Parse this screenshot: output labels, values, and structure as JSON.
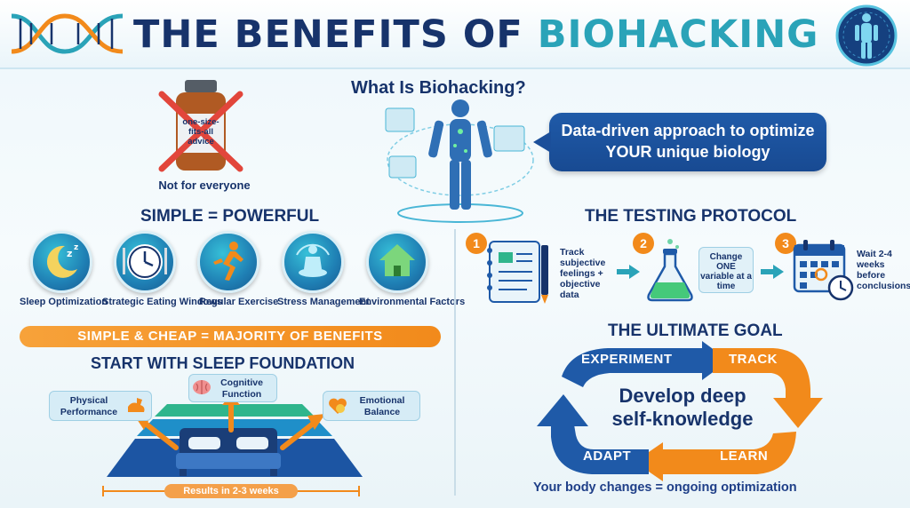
{
  "header": {
    "title_part1": "THE BENEFITS OF ",
    "title_part2": "BIOHACKING"
  },
  "intro": {
    "heading": "What Is Biohacking?",
    "bottle_text": "one-size-fits-all advice",
    "not_for_everyone": "Not for everyone",
    "bubble_text": "Data-driven approach to optimize YOUR unique biology"
  },
  "simple_powerful": {
    "heading": "SIMPLE = POWERFUL",
    "items": [
      {
        "label": "Sleep Optimization",
        "icon": "sleep-moon-icon"
      },
      {
        "label": "Strategic Eating Windows",
        "icon": "plate-clock-icon"
      },
      {
        "label": "Regular Exercise",
        "icon": "runner-icon"
      },
      {
        "label": "Stress Management",
        "icon": "meditation-icon"
      },
      {
        "label": "Environmental Factors",
        "icon": "house-icon"
      }
    ],
    "band": "SIMPLE & CHEAP = MAJORITY OF BENEFITS"
  },
  "sleep_foundation": {
    "heading": "START WITH SLEEP FOUNDATION",
    "physical": "Physical Performance",
    "cognitive": "Cognitive Function",
    "emotional": "Emotional Balance",
    "results": "Results in 2-3 weeks"
  },
  "testing": {
    "heading": "THE TESTING PROTOCOL",
    "steps": [
      {
        "num": "1",
        "text": "Track subjective feelings + objective data"
      },
      {
        "num": "2",
        "text": "Change ONE variable at a time"
      },
      {
        "num": "3",
        "text": "Wait 2-4 weeks before conclusions"
      }
    ]
  },
  "goal": {
    "heading": "THE ULTIMATE GOAL",
    "experiment": "EXPERIMENT",
    "track": "TRACK",
    "learn": "LEARN",
    "adapt": "ADAPT",
    "center_line1": "Develop deep",
    "center_line2": "self-knowledge",
    "footer": "Your body changes = ongoing optimization"
  },
  "colors": {
    "navy": "#17336b",
    "teal": "#2aa3b8",
    "orange": "#f28a1b",
    "blue": "#1f5aa8"
  }
}
